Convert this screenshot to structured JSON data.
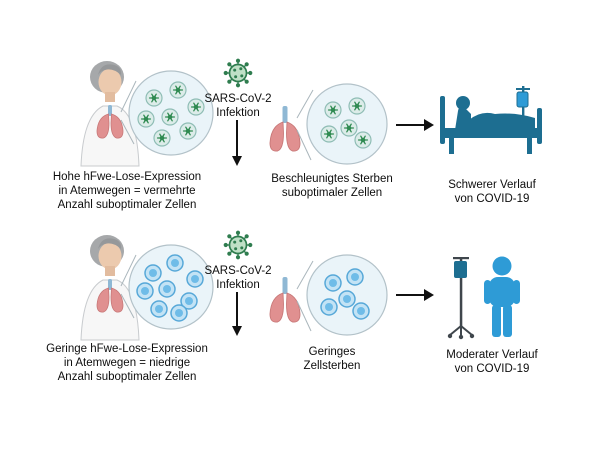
{
  "figure": {
    "title": "",
    "rows": [
      {
        "cause": [
          "Hohe hFwe-Lose-Expression",
          "in Atemwegen = vermehrte",
          "Anzahl suboptimaler Zellen"
        ],
        "infection": [
          "SARS-CoV-2",
          "Infektion"
        ],
        "effect": [
          "Beschleunigtes Sterben",
          "suboptimaler Zellen"
        ],
        "outcome": [
          "Schwerer Verlauf",
          "von COVID-19"
        ]
      },
      {
        "cause": [
          "Geringe hFwe-Lose-Expression",
          "in Atemwegen = niedrige",
          "Anzahl suboptimaler Zellen"
        ],
        "infection": [
          "SARS-CoV-2",
          "Infektion"
        ],
        "effect": [
          "Geringes",
          "Zellsterben"
        ],
        "outcome": [
          "Moderater Verlauf",
          "von COVID-19"
        ]
      }
    ],
    "icons": [
      "person-with-lungs-illustration",
      "magnified-cells-circle",
      "virus-icon",
      "down-arrow-icon",
      "lungs-illustration",
      "right-arrow-icon",
      "hospital-bed-icon",
      "standing-patient-with-iv-icon"
    ],
    "colors": {
      "virus_green": "#2f8a51",
      "suboptimal_cell_teal": "#8fbdb5",
      "healthy_cell_blue": "#6fbce8",
      "severe_outcome_teal": "#1d6e91",
      "moderate_outcome_blue": "#2e9bd6",
      "lung_pink": "#e09090",
      "circle_fill": "#eaf4f9"
    }
  }
}
